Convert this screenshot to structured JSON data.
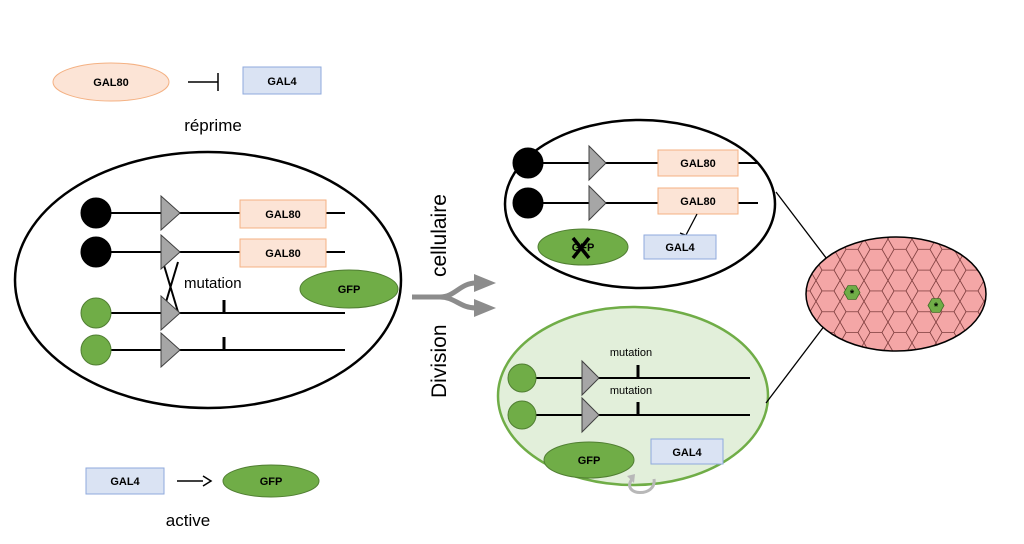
{
  "legend": {
    "repress": {
      "gal80": "GAL80",
      "gal4": "GAL4",
      "caption": "réprime"
    },
    "activate": {
      "gal4": "GAL4",
      "gfp": "GFP",
      "caption": "active"
    }
  },
  "mother_cell": {
    "gal80_top": "GAL80",
    "gal80_bottom": "GAL80",
    "mutation": "mutation",
    "gfp": "GFP"
  },
  "division": {
    "word1": "Division",
    "word2": "cellulaire"
  },
  "daughter_unlabeled": {
    "gal80_top": "GAL80",
    "gal80_bottom": "GAL80",
    "gfp": "GFP",
    "gal4": "GAL4"
  },
  "daughter_labeled": {
    "mutation_top": "mutation",
    "mutation_bottom": "mutation",
    "gfp": "GFP",
    "gal4": "GAL4"
  },
  "colors": {
    "gal80_fill": "#fce4d6",
    "gal80_stroke": "#f4b183",
    "gal4_fill": "#dae3f3",
    "gal4_stroke": "#8faadc",
    "gfp_fill": "#70ad47",
    "gfp_stroke": "#507e32",
    "labeled_cell_fill": "#e2efda",
    "tissue_fill": "#f4a6a6",
    "arrow": "#8c8c8c"
  }
}
